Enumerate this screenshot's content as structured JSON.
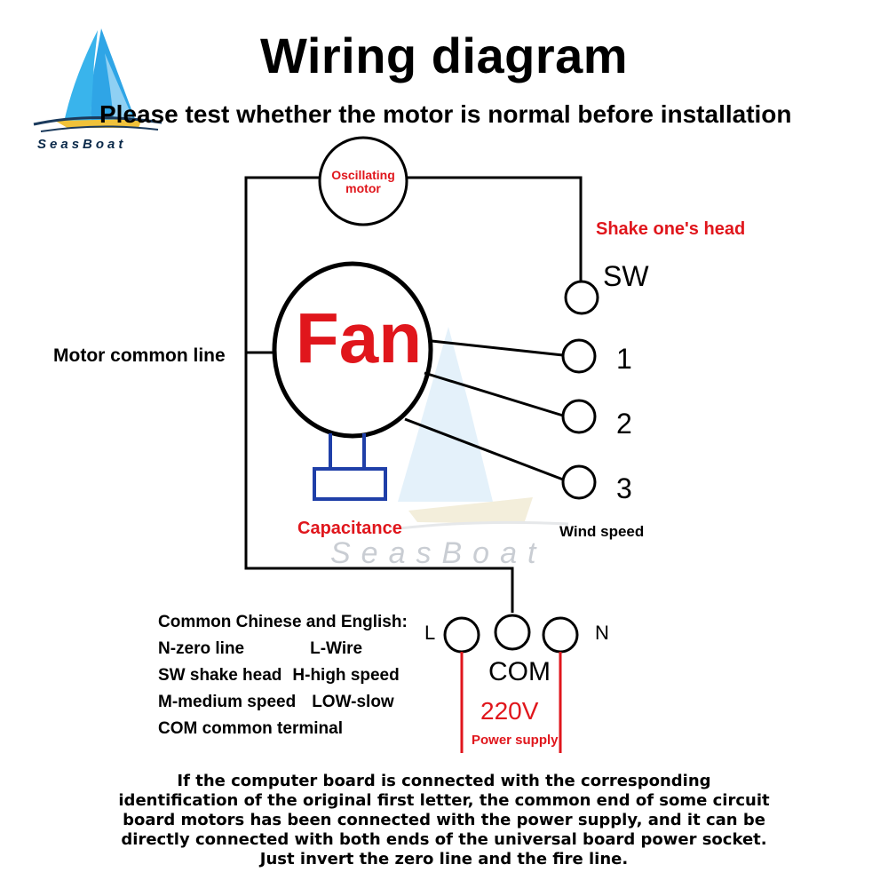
{
  "title": "Wiring diagram",
  "subtitle": "Please test whether the motor is normal before installation",
  "logo": {
    "text": "SeasBoat",
    "icon": "sailboat-logo-icon"
  },
  "watermark": "SeasBoat",
  "diagram": {
    "oscillating_motor": "Oscillating motor",
    "fan": "Fan",
    "shake_head": "Shake one's head",
    "motor_common_line": "Motor common line",
    "capacitance": "Capacitance",
    "wind_speed": "Wind speed",
    "terminals": {
      "sw": "SW",
      "t1": "1",
      "t2": "2",
      "t3": "3",
      "l": "L",
      "n": "N",
      "com": "COM"
    },
    "voltage": "220V",
    "power_supply": "Power supply"
  },
  "legend": {
    "heading": "Common Chinese and English:",
    "rows": [
      [
        "N-zero line",
        "L-Wire"
      ],
      [
        "SW shake head",
        "H-high speed"
      ],
      [
        "M-medium speed",
        "LOW-slow"
      ]
    ],
    "last": "COM common terminal"
  },
  "note": "If the computer board is connected with the corresponding identification of the original first letter, the common end of some circuit board motors has been connected with the power supply, and it can be directly connected with both ends of the universal board power socket. Just invert the zero line and the fire line.",
  "colors": {
    "red": "#e0161c",
    "capacitor_blue": "#1f3fa8",
    "sky_blue": "#3aa0e0"
  }
}
